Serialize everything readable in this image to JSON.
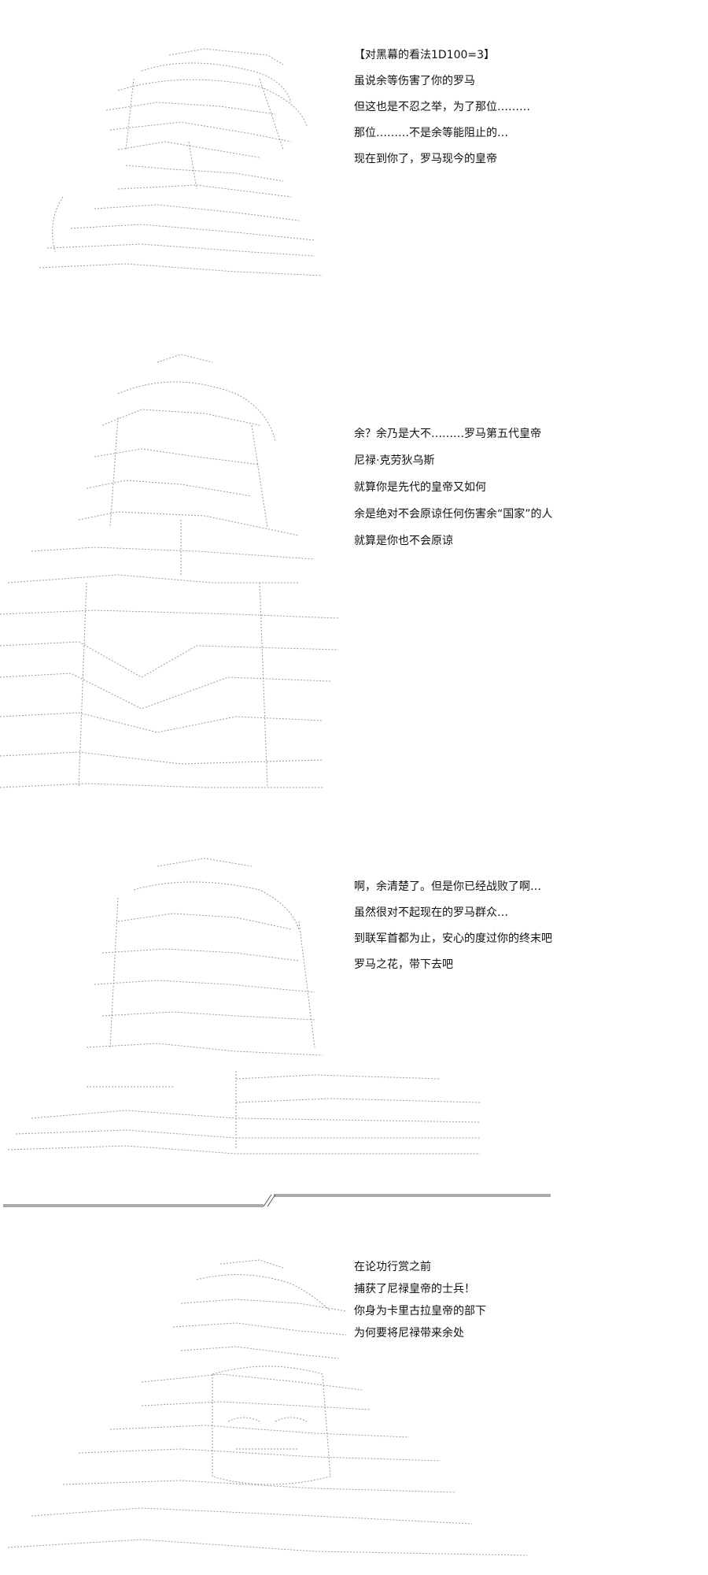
{
  "panels": [
    {
      "lines": [
        "【对黑幕的看法1D100=3】",
        "虽说余等伤害了你的罗马",
        "但这也是不忍之举，为了那位………",
        "那位………不是余等能阻止的…",
        "现在到你了，罗马现今的皇帝"
      ]
    },
    {
      "lines": [
        "余？余乃是大不………罗马第五代皇帝",
        "尼禄·克劳狄乌斯",
        "就算你是先代的皇帝又如何",
        "余是绝对不会原谅任何伤害余“国家”的人",
        "就算是你也不会原谅"
      ]
    },
    {
      "lines": [
        "啊，余清楚了。但是你已经战败了啊…",
        "虽然很对不起现在的罗马群众…",
        "到联军首都为止，安心的度过你的终末吧",
        "罗马之花，带下去吧"
      ]
    },
    {
      "lines": [
        "在论功行赏之前",
        "捕获了尼禄皇帝的士兵！",
        "你身为卡里古拉皇帝的部下",
        "为何要将尼禄带来余处"
      ]
    }
  ]
}
